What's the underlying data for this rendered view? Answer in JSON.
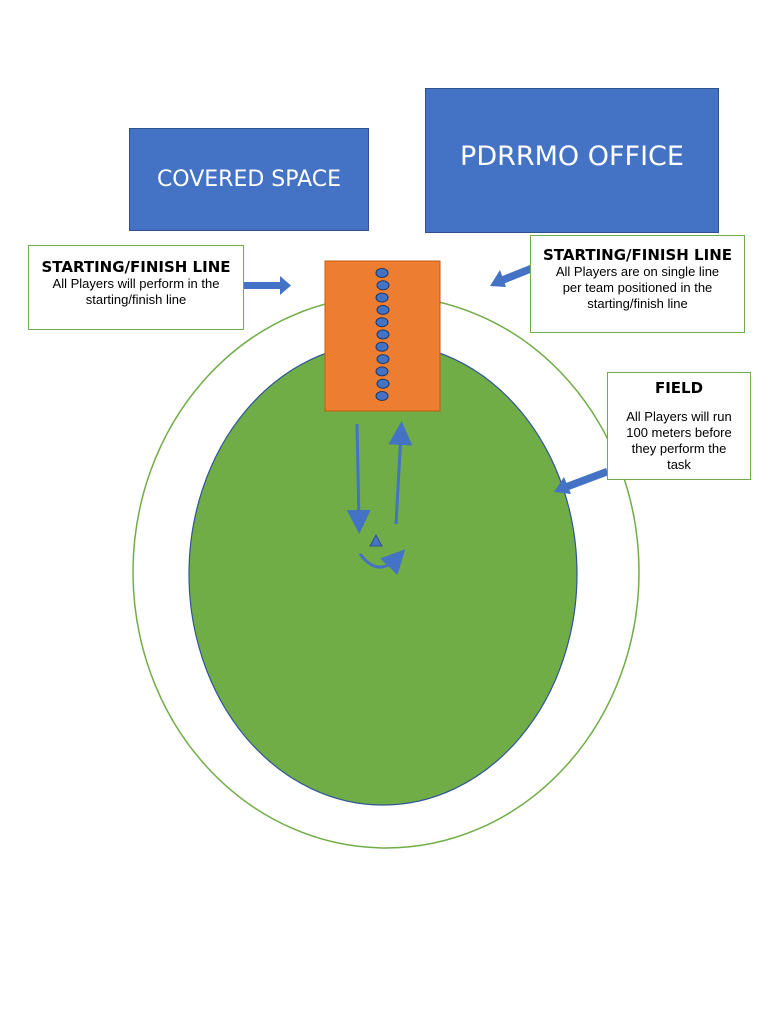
{
  "buildings": {
    "covered_space": "COVERED SPACE",
    "pdrrmo_office": "PDRRMO OFFICE"
  },
  "callouts": {
    "left": {
      "heading": "STARTING/FINISH LINE",
      "body": "All Players will perform in the starting/finish line"
    },
    "right": {
      "heading": "STARTING/FINISH LINE",
      "body": "All Players are on single line per team positioned in the starting/finish line"
    },
    "field": {
      "heading": "FIELD",
      "body": "All Players will run 100 meters before they perform the task"
    }
  },
  "colors": {
    "box_blue": "#4472c4",
    "field_green": "#70ad47",
    "start_zone_orange": "#ed7d31",
    "outline_green": "#70ad47"
  },
  "players_in_line": 11
}
